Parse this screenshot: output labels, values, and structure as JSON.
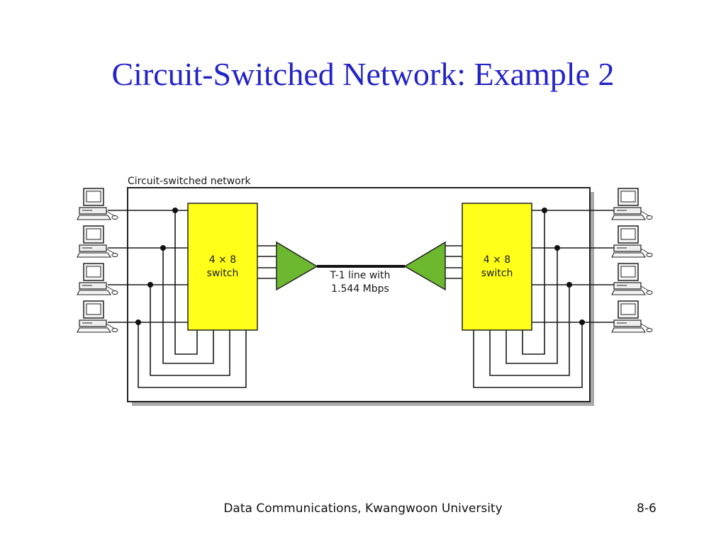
{
  "slide": {
    "title": "Circuit-Switched Network: Example 2",
    "footer_text": "Data Communications, Kwangwoon University",
    "page_number": "8-6"
  },
  "diagram": {
    "network_label": "Circuit-switched network",
    "left_switch": {
      "line1": "4 × 8",
      "line2": "switch"
    },
    "right_switch": {
      "line1": "4 × 8",
      "line2": "switch"
    },
    "trunk": {
      "line1": "T-1 line with",
      "line2": "1.544 Mbps"
    },
    "computers_per_side": 4,
    "icons": [
      "computer-icon",
      "multiplexer-icon",
      "demultiplexer-icon"
    ],
    "colors": {
      "switch_fill": "#ffff1a",
      "mux_fill": "#6cb82e",
      "title": "#2323c8"
    }
  }
}
